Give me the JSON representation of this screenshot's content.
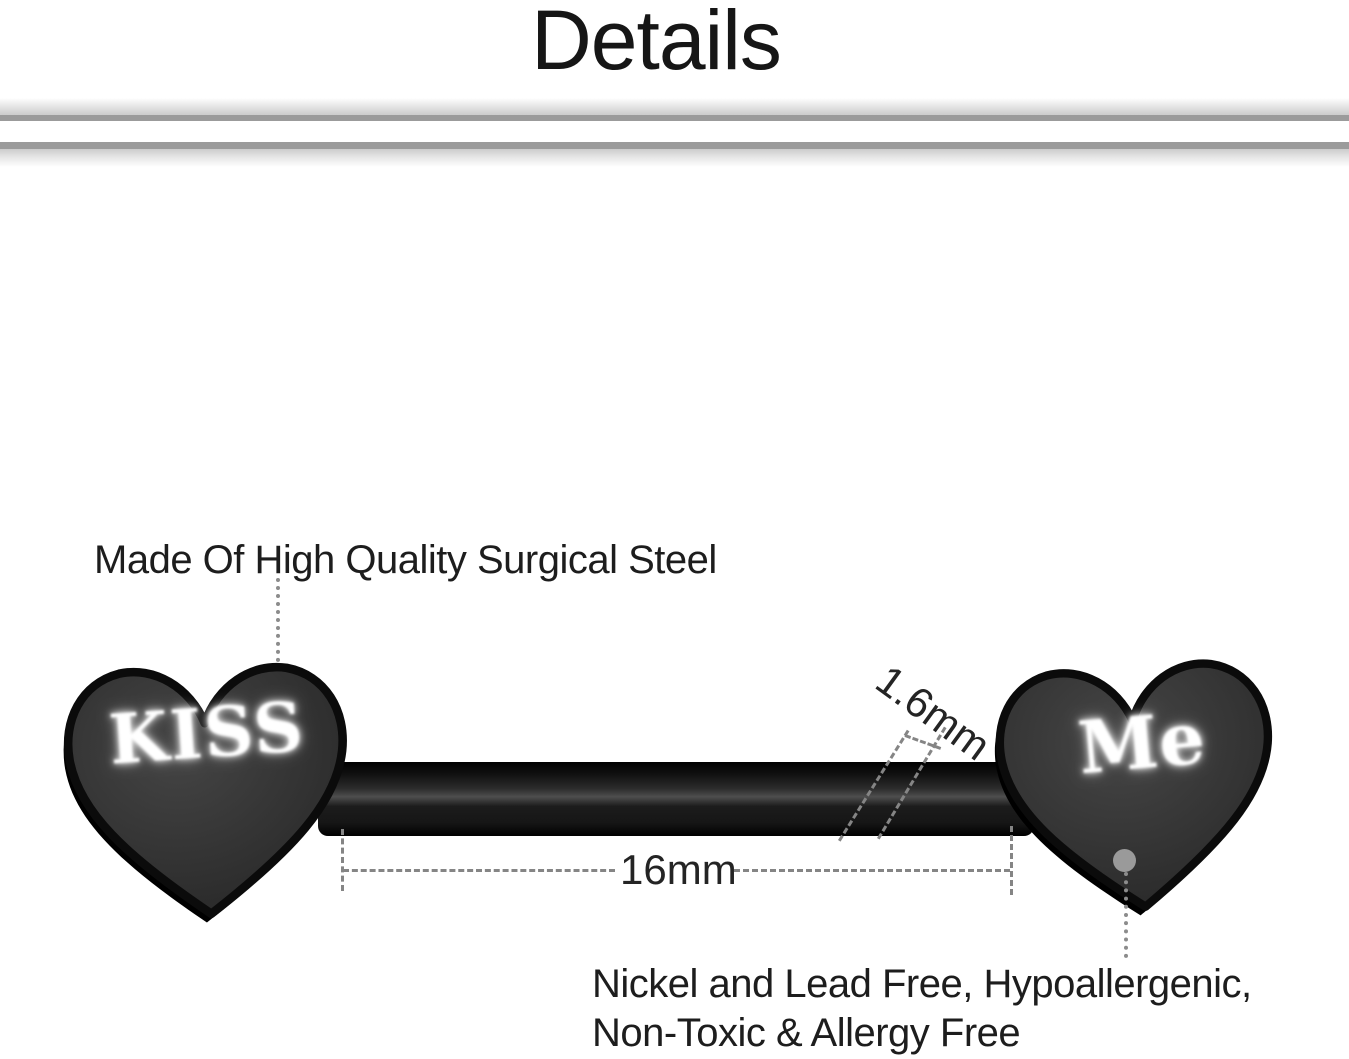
{
  "page": {
    "title": "Details"
  },
  "annotations": {
    "material_label": "Made Of High Quality Surgical Steel",
    "bar_thickness_label": "1.6mm",
    "bar_length_label": "16mm",
    "safety_line1": "Nickel and Lead Free, Hypoallergenic,",
    "safety_line2": "Non-Toxic & Allergy Free"
  },
  "product": {
    "left_heart_text": "KISS",
    "right_heart_text": "Me"
  },
  "colors": {
    "background": "#ffffff",
    "text": "#1d1d1d",
    "divider_gray": "#9b9b9b",
    "dash_gray": "#858585",
    "dot_marker_gray": "#9a9a9a",
    "heart_face": "#333333",
    "heart_outline": "#0b0b0b",
    "bar_black": "#0d0d0d",
    "engraving_white": "#ffffff"
  }
}
